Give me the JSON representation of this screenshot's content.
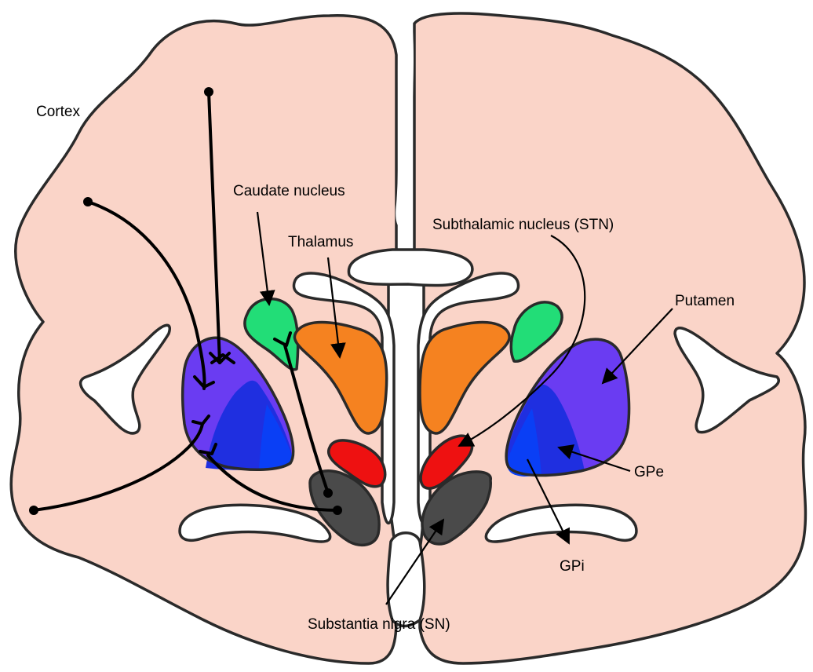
{
  "labels": {
    "cortex": "Cortex",
    "caudate": "Caudate nucleus",
    "thalamus": "Thalamus",
    "stn": "Subthalamic nucleus (STN)",
    "putamen": "Putamen",
    "gpe": "GPe",
    "gpi": "GPi",
    "sn": "Substantia nigra (SN)"
  },
  "colors": {
    "brain": "#fad4c8",
    "outline": "#2a2a2a",
    "caudate": "#22dd77",
    "thalamus": "#f58220",
    "stn": "#ee1111",
    "putamen": "#6a3cf2",
    "gpe": "#1f2fe0",
    "gpi": "#0a3ff5",
    "substantia_nigra": "#4a4a4a",
    "ventricle": "#ffffff"
  }
}
